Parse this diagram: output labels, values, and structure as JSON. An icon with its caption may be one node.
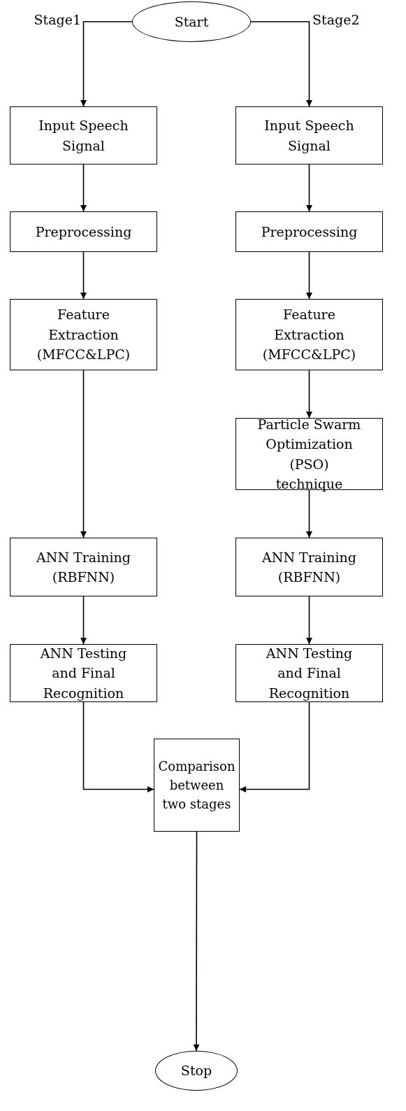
{
  "diagram": {
    "nodes": [
      {
        "text": [
          "Start"
        ]
      },
      {
        "text": [
          "Input Speech Signal"
        ]
      },
      {
        "text": [
          "Preprocessing"
        ]
      },
      {
        "text": [
          "Feature Extraction (MFCC&LPC)"
        ]
      },
      {
        "text": [
          "ANN Training (RBFNN)"
        ]
      },
      {
        "text": [
          "ANN Testing and Final Recognition"
        ]
      },
      {
        "text": [
          "Input Speech Signal"
        ]
      },
      {
        "text": [
          "Preprocessing"
        ]
      },
      {
        "text": [
          "Feature Extraction (MFCC&LPC)"
        ]
      },
      {
        "text": [
          "Particle Swarm Optimization (PSO) technique"
        ]
      },
      {
        "text": [
          "ANN Training (RBFNN)"
        ]
      },
      {
        "text": [
          "ANN Testing and Final Recognition"
        ]
      },
      {
        "text": [
          "Comparison between two stages"
        ]
      },
      {
        "text": [
          "Stop"
        ]
      }
    ],
    "edges": [
      {
        "from": 0,
        "to": 1,
        "arrow": "to",
        "label": "Stage1"
      },
      {
        "from": 0,
        "to": 6,
        "arrow": "to",
        "label": "Stage2"
      },
      {
        "from": 1,
        "to": 2,
        "arrow": "to"
      },
      {
        "from": 2,
        "to": 3,
        "arrow": "to"
      },
      {
        "from": 3,
        "to": 4,
        "arrow": "to"
      },
      {
        "from": 4,
        "to": 5,
        "arrow": "to"
      },
      {
        "from": 6,
        "to": 7,
        "arrow": "to"
      },
      {
        "from": 7,
        "to": 8,
        "arrow": "to"
      },
      {
        "from": 8,
        "to": 9,
        "arrow": "to"
      },
      {
        "from": 9,
        "to": 10,
        "arrow": "to"
      },
      {
        "from": 10,
        "to": 11,
        "arrow": "to"
      },
      {
        "from": 5,
        "to": 12,
        "arrow": "to"
      },
      {
        "from": 11,
        "to": 12,
        "arrow": "to"
      },
      {
        "from": 12,
        "to": 13,
        "arrow": "to"
      }
    ]
  }
}
